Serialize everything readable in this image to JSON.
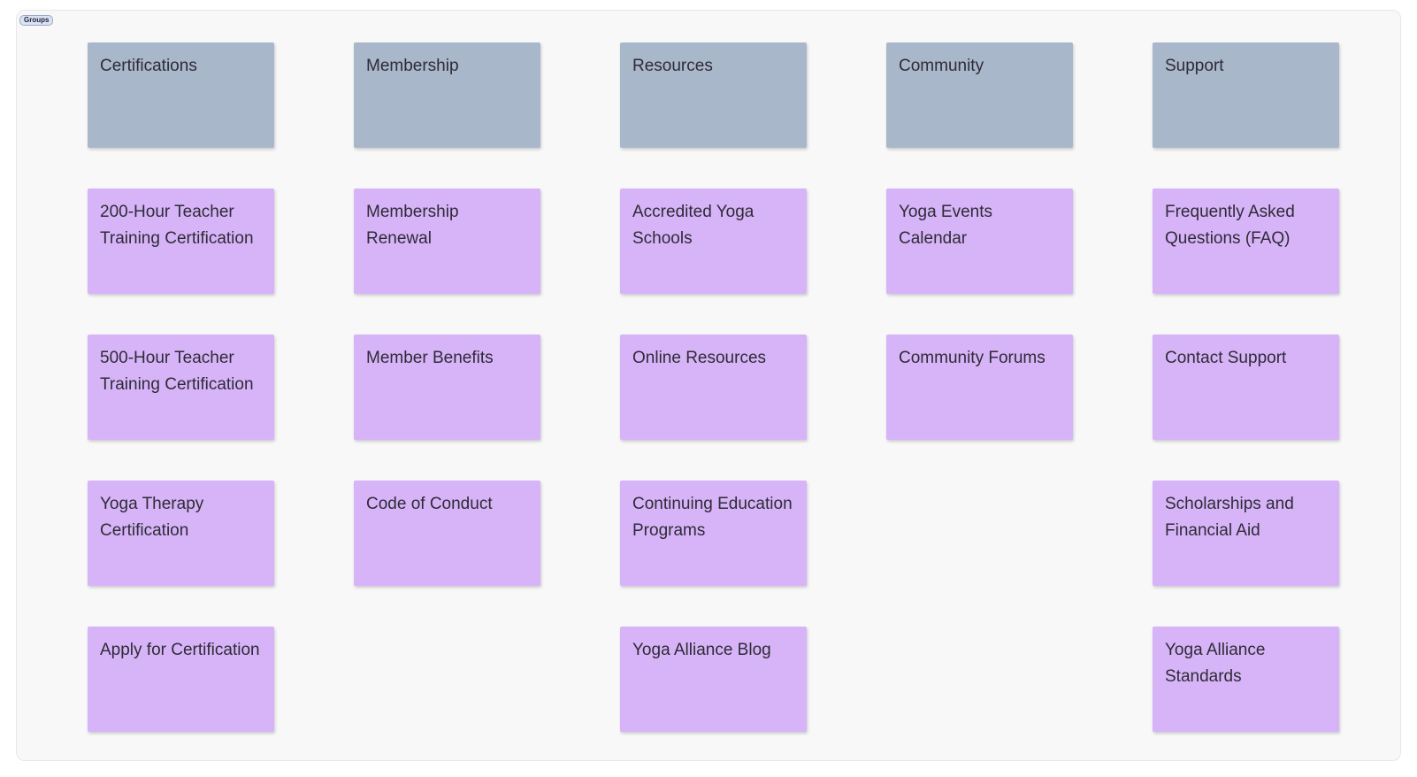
{
  "panel": {
    "badge_label": "Groups",
    "background": "#f8f8f9",
    "border_color": "#e7e7ea"
  },
  "colors": {
    "group_header_bg": "#a9b7ca",
    "item_card_bg": "#d7b4f8",
    "card_text": "#2e2b36",
    "badge_bg": "#dbe2f4",
    "badge_border": "#9ba8c9"
  },
  "groups": [
    {
      "name": "Certifications",
      "cards": [
        "200-Hour Teacher Training Certification",
        "500-Hour Teacher Training Certification",
        "Yoga Therapy Certification",
        "Apply for Certification"
      ]
    },
    {
      "name": "Membership",
      "cards": [
        "Membership Renewal",
        "Member Benefits",
        "Code of Conduct"
      ]
    },
    {
      "name": "Resources",
      "cards": [
        "Accredited Yoga Schools",
        "Online Resources",
        "Continuing Education Programs",
        "Yoga Alliance Blog"
      ]
    },
    {
      "name": "Community",
      "cards": [
        "Yoga Events Calendar",
        "Community Forums"
      ]
    },
    {
      "name": "Support",
      "cards": [
        "Frequently Asked Questions (FAQ)",
        "Contact Support",
        "Scholarships and Financial Aid",
        "Yoga Alliance Standards"
      ]
    }
  ]
}
